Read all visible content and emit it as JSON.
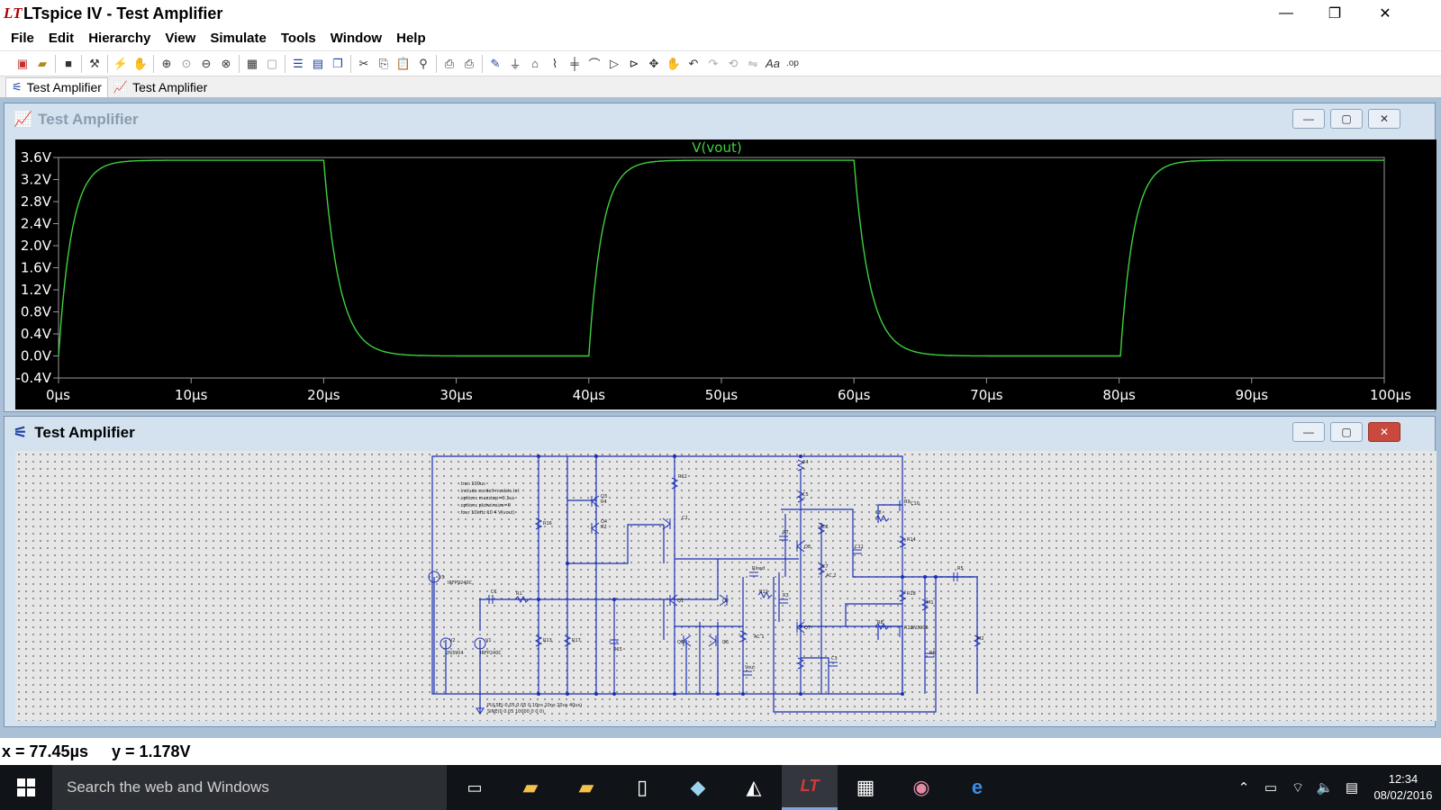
{
  "window": {
    "title": "LTspice IV - Test Amplifier",
    "minimize": "—",
    "maximize": "❐",
    "close": "✕"
  },
  "menu": [
    "File",
    "Edit",
    "Hierarchy",
    "View",
    "Simulate",
    "Tools",
    "Window",
    "Help"
  ],
  "tabs": [
    {
      "label": "Test Amplifier",
      "icon": "schematic-icon",
      "active": true
    },
    {
      "label": "Test Amplifier",
      "icon": "waveform-icon",
      "active": false
    }
  ],
  "plot_window": {
    "title": "Test Amplifier"
  },
  "schematic_window": {
    "title": "Test Amplifier"
  },
  "chart_data": {
    "type": "line",
    "title": "V(vout)",
    "series": [
      {
        "name": "V(vout)",
        "color": "#3fd13f"
      }
    ],
    "x_ticks": [
      "0µs",
      "10µs",
      "20µs",
      "30µs",
      "40µs",
      "50µs",
      "60µs",
      "70µs",
      "80µs",
      "90µs",
      "100µs"
    ],
    "y_ticks": [
      "3.6V",
      "3.2V",
      "2.8V",
      "2.4V",
      "2.0V",
      "1.6V",
      "1.2V",
      "0.8V",
      "0.4V",
      "0.0V",
      "-0.4V"
    ],
    "xlim": [
      0,
      100
    ],
    "ylim": [
      -0.4,
      3.6
    ],
    "x_unit": "µs",
    "y_unit": "V",
    "waveform": {
      "low": 0.0,
      "high": 3.55,
      "period_us": 40,
      "high_duration_us": 20,
      "rise_tau_us": 1.0,
      "fall_tau_us": 1.2
    },
    "grid": false,
    "background": "#000000"
  },
  "schematic": {
    "text_block": [
      ".tran 100us",
      ".include cordell-models.txt",
      ".options maxstep=0.1us",
      ".options plotwinsize=0",
      ".four 10kHz 10 4 V(vout)"
    ],
    "labels": [
      "V3",
      "V1",
      "V2",
      "R1",
      "C1",
      "R16",
      "R13",
      "R17",
      "R15",
      "Q3",
      "Q4",
      "Q1",
      "Q2",
      "Q5",
      "Q6",
      "Q7",
      "Q8",
      "R11",
      "R12",
      "C4",
      "C5",
      "C6",
      "C7",
      "C8",
      "R8",
      "R9",
      "R10",
      "R14",
      "R18",
      "M1",
      "M2",
      "R5",
      "R6",
      "R7",
      "R3",
      "C11",
      "Rload",
      "Vout",
      "C3",
      "C2",
      "R4",
      "R2",
      "C10",
      "2N3906",
      "2N3904",
      "IRFP240C",
      "IRFP9240C",
      "AC 1",
      "AC 2"
    ],
    "sources": [
      "PULSE(-0.05 0.05 0 10ns 10ns 20us 40us)",
      "SINE(0 0.05 10000 0 0 0)"
    ]
  },
  "status": {
    "x": "x = 77.45µs",
    "y": "y = 1.178V"
  },
  "taskbar": {
    "search_placeholder": "Search the web and Windows",
    "time": "12:34",
    "date": "08/02/2016",
    "apps": [
      "task-view-icon",
      "file-explorer-icon",
      "folder-icon",
      "document-icon",
      "sticky-notes-icon",
      "browser-fox-icon",
      "ltspice-icon",
      "calculator-icon",
      "paint-icon",
      "edge-icon"
    ]
  }
}
